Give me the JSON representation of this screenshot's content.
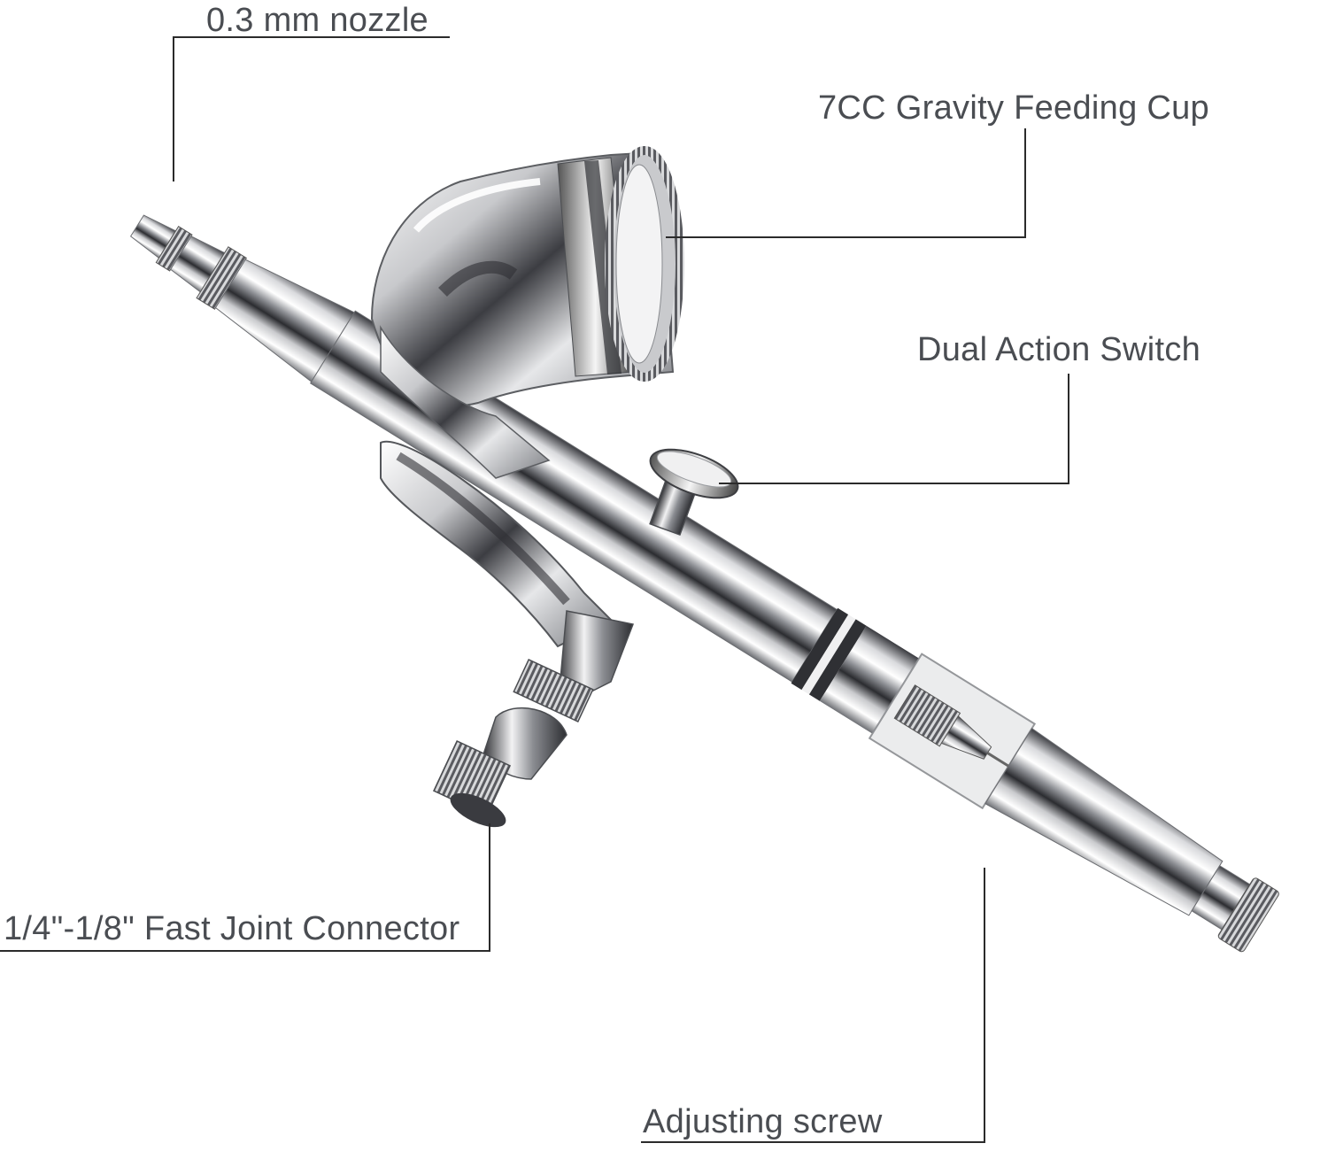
{
  "labels": {
    "nozzle": "0.3 mm nozzle",
    "cup": "7CC Gravity Feeding Cup",
    "switch": "Dual Action Switch",
    "connector": "1/4\"-1/8\" Fast Joint Connector",
    "screw": "Adjusting screw"
  },
  "colors": {
    "text": "#4a4d52",
    "leader_line": "#2b2b2b",
    "chrome_dark": "#2e2f33",
    "chrome_mid": "#9fa1a6",
    "chrome_light": "#ffffff"
  }
}
